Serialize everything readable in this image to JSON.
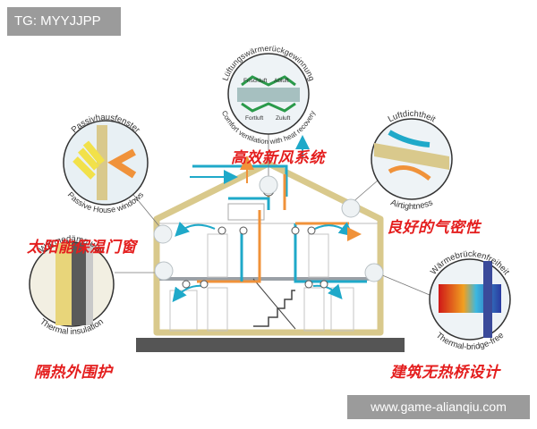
{
  "watermarks": {
    "top_left": "TG: MYYJJPP",
    "bottom_right": "www.game-alianqiu.com"
  },
  "labels_cn": {
    "ventilation": "高效新风系统",
    "window": "太阳能保温门窗",
    "airtight": "良好的气密性",
    "insulation": "隔热外围护",
    "bridge": "建筑无热桥设计"
  },
  "circles": {
    "window": {
      "top": "Passivhausfenster",
      "bottom": "Passive House windows"
    },
    "ventilation": {
      "top": "Lüftungswärmerückgewinnung",
      "bottom": "Comfort ventilation with heat recovery",
      "inner": {
        "frischluft": "Frischluft",
        "abluft": "Abluft",
        "fortluft": "Fortluft",
        "zuluft": "Zuluft"
      }
    },
    "airtight": {
      "top": "Luftdichtheit",
      "bottom": "Airtightness"
    },
    "insulation": {
      "top": "Wärmedämmung",
      "bottom": "Thermal insulation"
    },
    "bridge": {
      "top": "Wärmebrückenfreiheit",
      "bottom": "Thermal-bridge-free"
    }
  },
  "colors": {
    "red_label": "#e41e1e",
    "house_wall": "#d9c98c",
    "duct_blue": "#1fa9c9",
    "duct_orange": "#f0923a",
    "ground": "#555555"
  }
}
